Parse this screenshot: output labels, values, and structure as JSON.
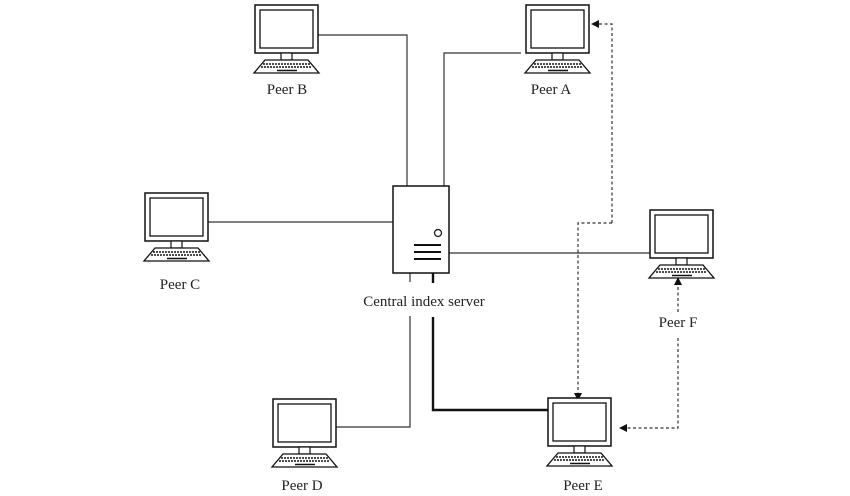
{
  "diagram": {
    "server": {
      "label": "Central index server"
    },
    "peers": {
      "a": {
        "label": "Peer A"
      },
      "b": {
        "label": "Peer B"
      },
      "c": {
        "label": "Peer C"
      },
      "d": {
        "label": "Peer D"
      },
      "e": {
        "label": "Peer E"
      },
      "f": {
        "label": "Peer F"
      }
    },
    "connections": [
      {
        "from": "Central index server",
        "to": "Peer A",
        "style": "solid"
      },
      {
        "from": "Central index server",
        "to": "Peer B",
        "style": "solid"
      },
      {
        "from": "Central index server",
        "to": "Peer C",
        "style": "solid"
      },
      {
        "from": "Central index server",
        "to": "Peer D",
        "style": "solid"
      },
      {
        "from": "Central index server",
        "to": "Peer E",
        "style": "thick"
      },
      {
        "from": "Central index server",
        "to": "Peer F",
        "style": "solid"
      },
      {
        "from": "Peer E",
        "to": "Peer A",
        "style": "dashed-arrow"
      },
      {
        "from": "Peer A",
        "to": "Peer E",
        "style": "dashed-arrow"
      },
      {
        "from": "Peer F",
        "to": "Peer E",
        "style": "dashed-arrow"
      }
    ]
  }
}
